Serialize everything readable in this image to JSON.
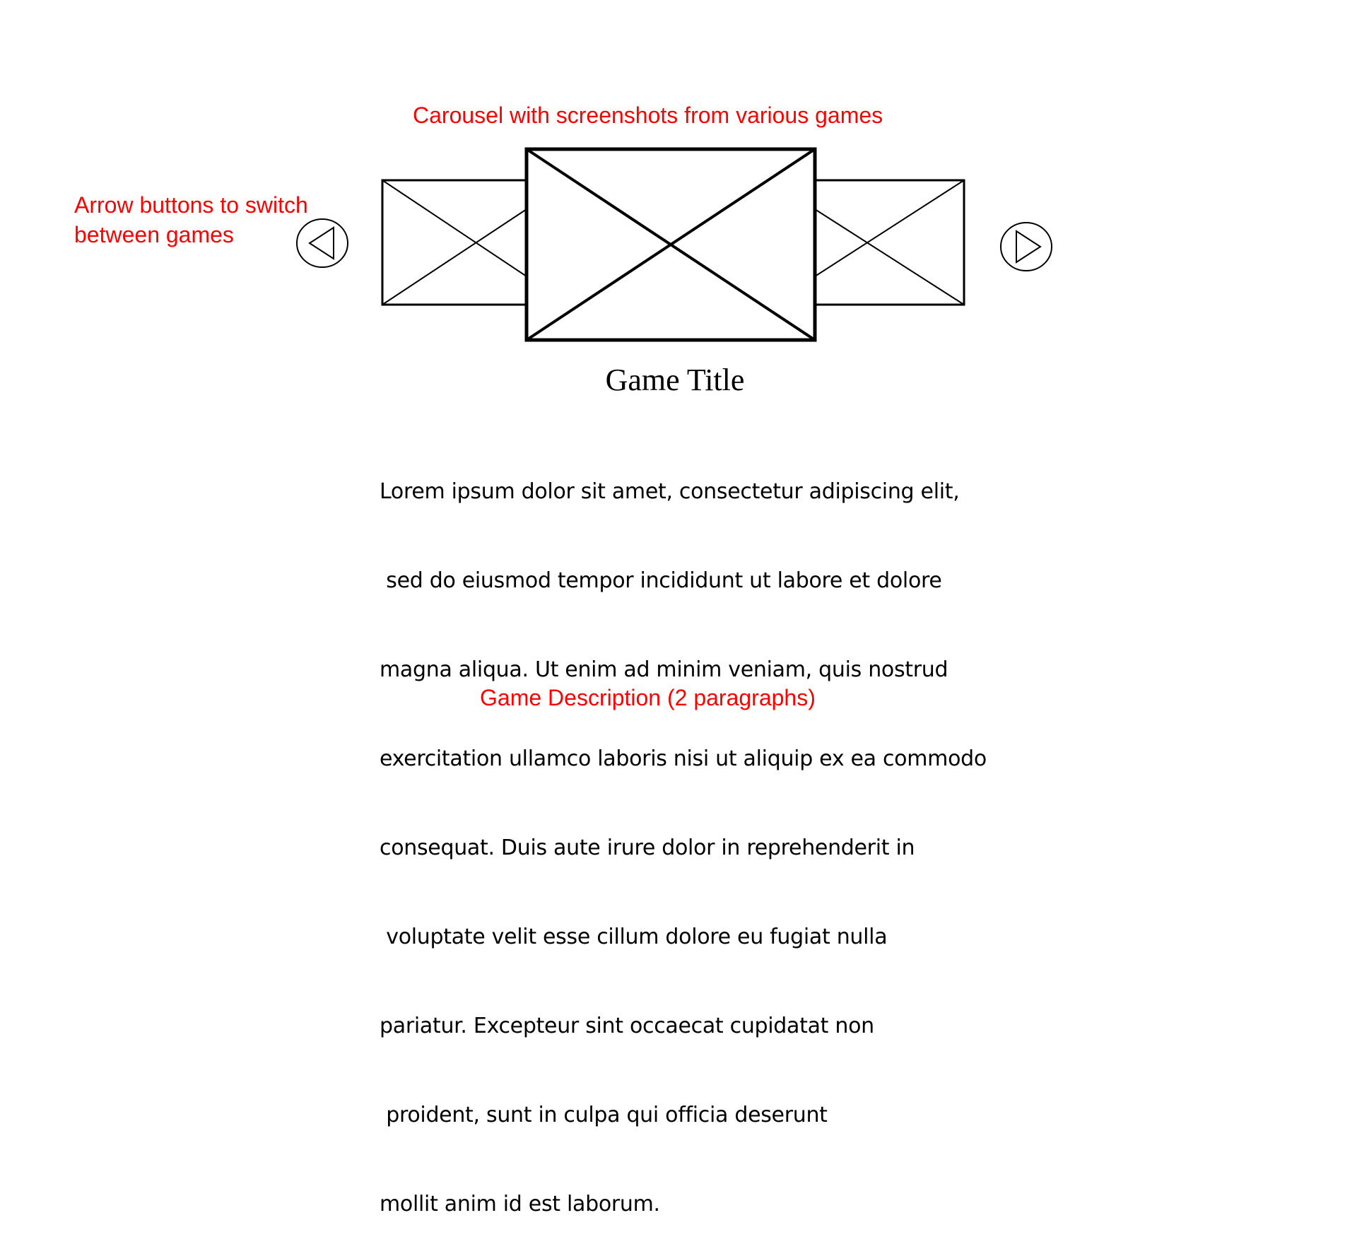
{
  "annotations": {
    "carousel": "Carousel with screenshots from various games",
    "arrows": [
      "Arrow buttons to switch",
      "between games"
    ],
    "description": "Game Description (2 paragraphs)"
  },
  "game": {
    "title": "Game Title",
    "description_lines": [
      "Lorem ipsum dolor sit amet, consectetur adipiscing elit,",
      " sed do eiusmod tempor incididunt ut labore et dolore",
      "magna aliqua. Ut enim ad minim veniam, quis nostrud",
      "exercitation ullamco laboris nisi ut aliquip ex ea commodo",
      "consequat. Duis aute irure dolor in reprehenderit in",
      " voluptate velit esse cillum dolore eu fugiat nulla",
      "pariatur. Excepteur sint occaecat cupidatat non",
      " proident, sunt in culpa qui officia deserunt",
      "mollit anim id est laborum."
    ]
  },
  "icons": {
    "prev": "triangle-left-icon",
    "next": "triangle-right-icon"
  },
  "colors": {
    "annotation": "#ff0000",
    "wireframe": "#000000",
    "background": "#ffffff"
  }
}
